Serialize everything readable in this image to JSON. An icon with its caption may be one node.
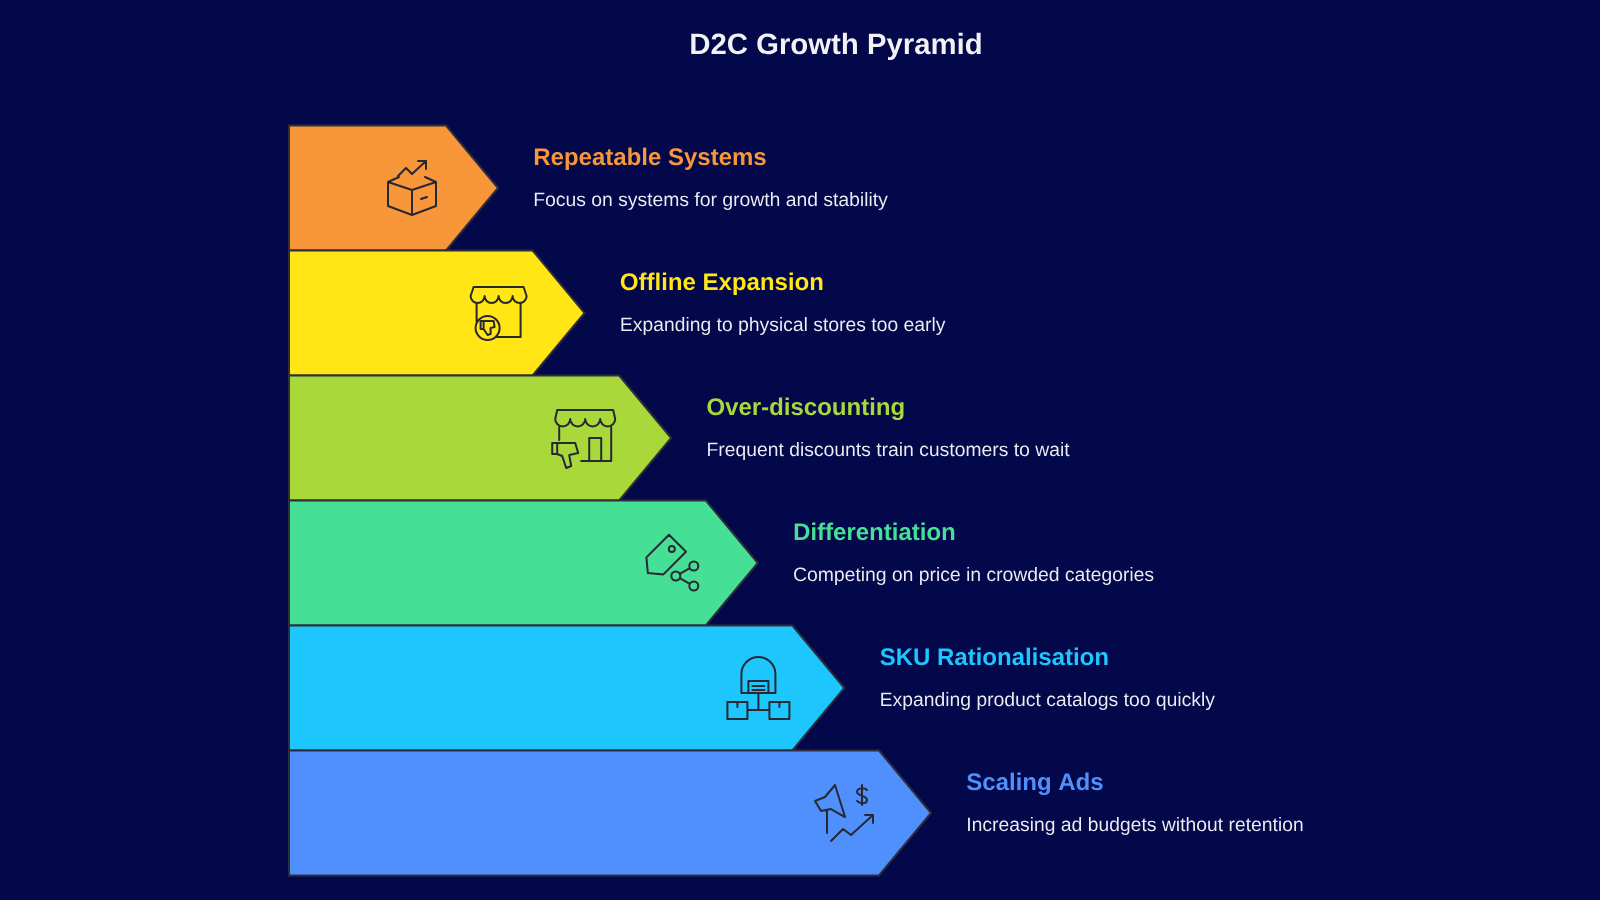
{
  "diagram": {
    "title": "D2C Growth Pyramid",
    "nodes": [
      {
        "text": [
          "Repeatable Systems",
          "Focus on systems for growth and stability"
        ]
      },
      {
        "text": [
          "Offline Expansion",
          "Expanding to physical stores too early"
        ]
      },
      {
        "text": [
          "Over-discounting",
          "Frequent discounts train customers to wait"
        ]
      },
      {
        "text": [
          "Differentiation",
          "Competing on price in crowded categories"
        ]
      },
      {
        "text": [
          "SKU Rationalisation",
          "Expanding product catalogs too quickly"
        ]
      },
      {
        "text": [
          "Scaling Ads",
          "Increasing ad budgets without retention"
        ]
      }
    ]
  }
}
